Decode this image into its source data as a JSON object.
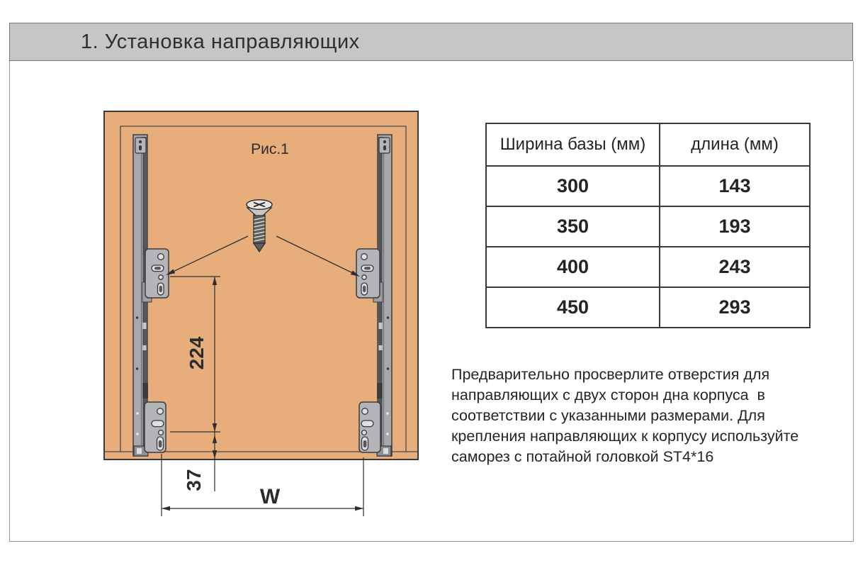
{
  "header": {
    "title": "1. Установка направляющих"
  },
  "figure": {
    "label": "Рис.1",
    "dimensions": {
      "vertical": "224",
      "bottom_offset": "37",
      "base_width": "W"
    }
  },
  "table": {
    "columns": [
      "Ширина базы (мм)",
      "длина (мм)"
    ],
    "rows": [
      [
        "300",
        "143"
      ],
      [
        "350",
        "193"
      ],
      [
        "400",
        "243"
      ],
      [
        "450",
        "293"
      ]
    ]
  },
  "note": {
    "lines": [
      "Предварительно просверлите отверстия для",
      "направляющих с двух сторон дна корпуса  в",
      "соответствии с указанными размерами. Для",
      "крепления направляющих к корпусу используйте",
      "саморез с потайной головкой ST4*16"
    ]
  },
  "colors": {
    "wood": "#E7AE7B",
    "rail": "#A7A8AC",
    "rail_channel": "#55555A",
    "bracket": "#B4B5B9",
    "hole": "#DFDFE1",
    "outline": "#3A3A3C",
    "banner": "#C6C6C8"
  }
}
